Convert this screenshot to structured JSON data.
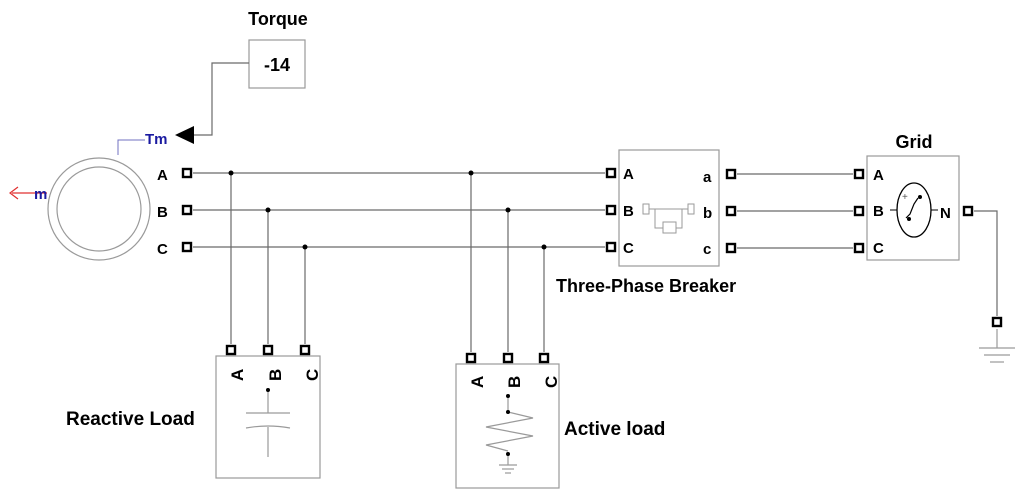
{
  "blocks": {
    "torque": {
      "title": "Torque",
      "value": "-14"
    },
    "machine": {
      "input_label": "Tm",
      "output_label": "m",
      "phases": [
        "A",
        "B",
        "C"
      ]
    },
    "breaker": {
      "title": "Three-Phase Breaker",
      "in_phases": [
        "A",
        "B",
        "C"
      ],
      "out_phases": [
        "a",
        "b",
        "c"
      ]
    },
    "grid": {
      "title": "Grid",
      "phases": [
        "A",
        "B",
        "C"
      ],
      "neutral": "N"
    },
    "reactive_load": {
      "title": "Reactive Load",
      "phases": [
        "A",
        "B",
        "C"
      ]
    },
    "active_load": {
      "title": "Active load",
      "phases": [
        "A",
        "B",
        "C"
      ]
    }
  },
  "colors": {
    "signal_label": "#1a1aa0",
    "measure_arrow": "#e03030",
    "wire": "#6a6a6a",
    "block_border": "#9a9a9a"
  }
}
